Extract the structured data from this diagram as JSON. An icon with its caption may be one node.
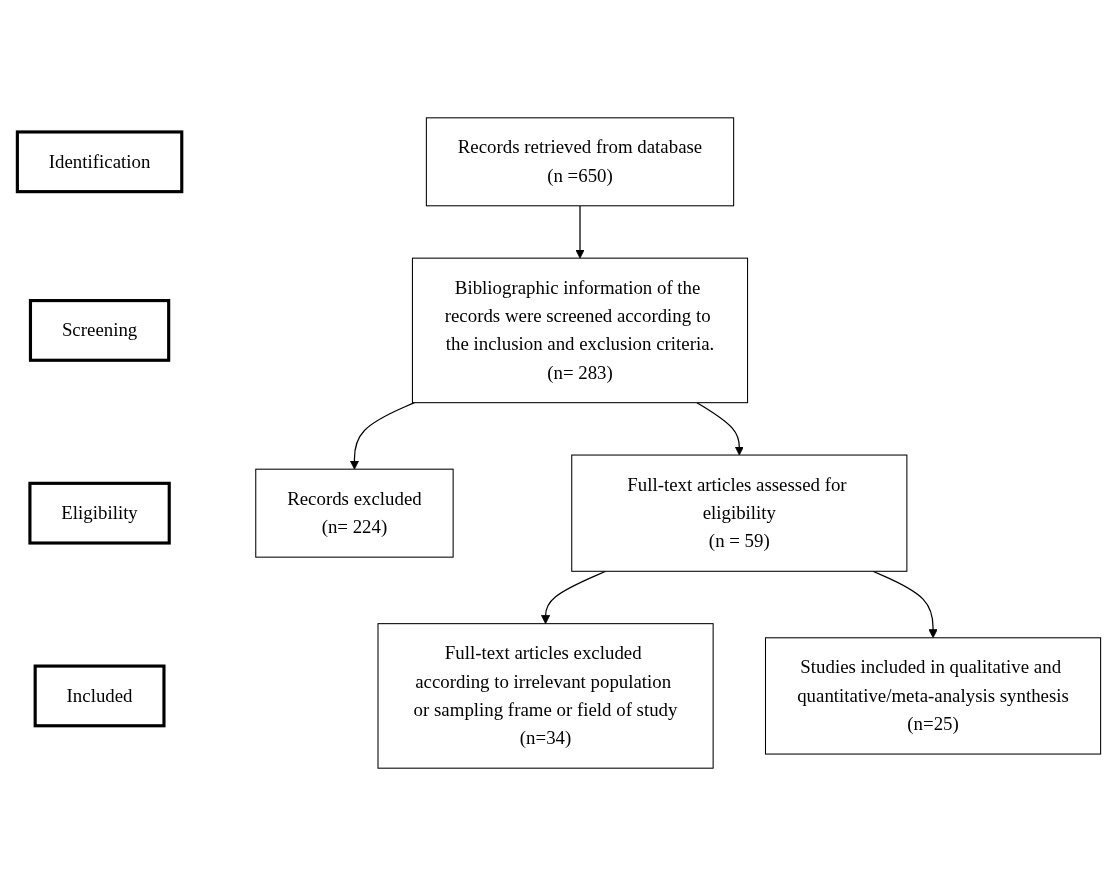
{
  "diagram": {
    "nodes": [
      {
        "text": [
          "Identification"
        ]
      },
      {
        "text": [
          "Records retrieved from database",
          "(n =650)"
        ]
      },
      {
        "text": [
          "Screening"
        ]
      },
      {
        "text": [
          "Bibliographic information of the records were screened according to the inclusion and exclusion criteria.",
          "(n= 283)"
        ]
      },
      {
        "text": [
          "Records excluded",
          "(n= 224)"
        ]
      },
      {
        "text": [
          "Eligibility"
        ]
      },
      {
        "text": [
          "Full-text articles assessed for eligibility",
          "(n = 59)"
        ]
      },
      {
        "text": [
          "Full-text articles excluded according to irrelevant population or sampling frame or field of study",
          "(n=34)"
        ]
      },
      {
        "text": [
          "Included"
        ]
      },
      {
        "text": [
          "Studies included in qualitative and quantitative/meta-analysis synthesis",
          "(n=25)"
        ]
      }
    ],
    "edges": [
      {
        "from": 1,
        "to": 3,
        "arrow": "to"
      },
      {
        "from": 3,
        "to": 4,
        "arrow": "to"
      },
      {
        "from": 3,
        "to": 6,
        "arrow": "to"
      },
      {
        "from": 6,
        "to": 7,
        "arrow": "to"
      },
      {
        "from": 6,
        "to": 9,
        "arrow": "to"
      }
    ]
  }
}
